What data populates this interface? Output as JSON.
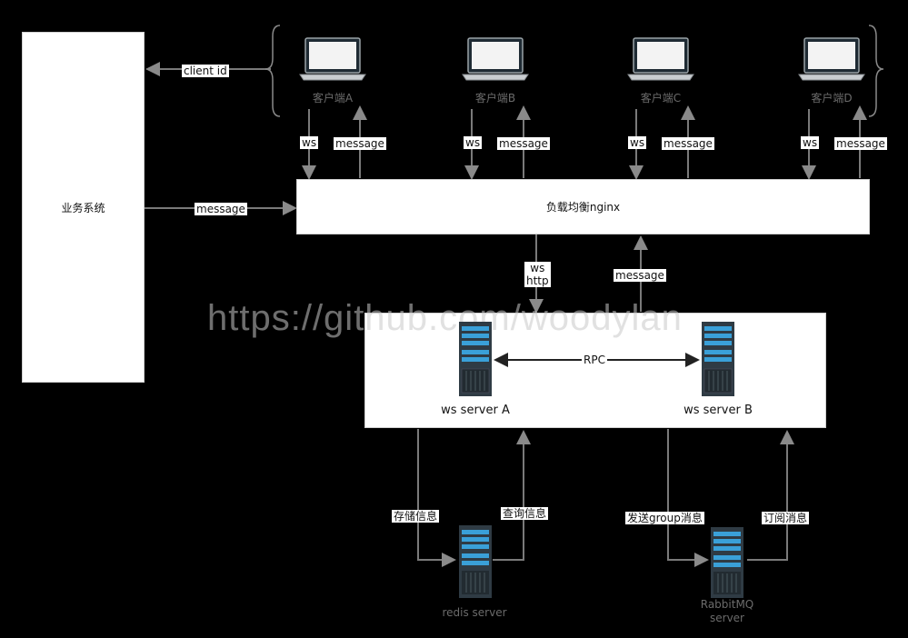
{
  "business_system": "业务系统",
  "clients": [
    {
      "label": "客户端A",
      "up": "ws",
      "down": "message"
    },
    {
      "label": "客户端B",
      "up": "ws",
      "down": "message"
    },
    {
      "label": "客户端C",
      "up": "ws",
      "down": "message"
    },
    {
      "label": "客户端D",
      "up": "ws",
      "down": "message"
    }
  ],
  "client_id_label": "client id",
  "business_message_label": "message",
  "nginx_label": "负载均衡nginx",
  "nginx_to_ws_label": "ws\nhttp",
  "ws_to_nginx_label": "message",
  "watermark": "https://github.com/woodylan",
  "servers": {
    "a": "ws server A",
    "b": "ws server B",
    "rpc": "RPC"
  },
  "redis": {
    "label": "redis server",
    "store": "存储信息",
    "query": "查询信息"
  },
  "rabbitmq": {
    "label": "RabbitMQ\nserver",
    "send": "发送group消息",
    "subscribe": "订阅消息"
  },
  "colors": {
    "background": "#000000",
    "box": "#ffffff",
    "arrow": "#7a7a7a",
    "server_body": "#2f3b44",
    "server_accent": "#3aa0d8"
  }
}
